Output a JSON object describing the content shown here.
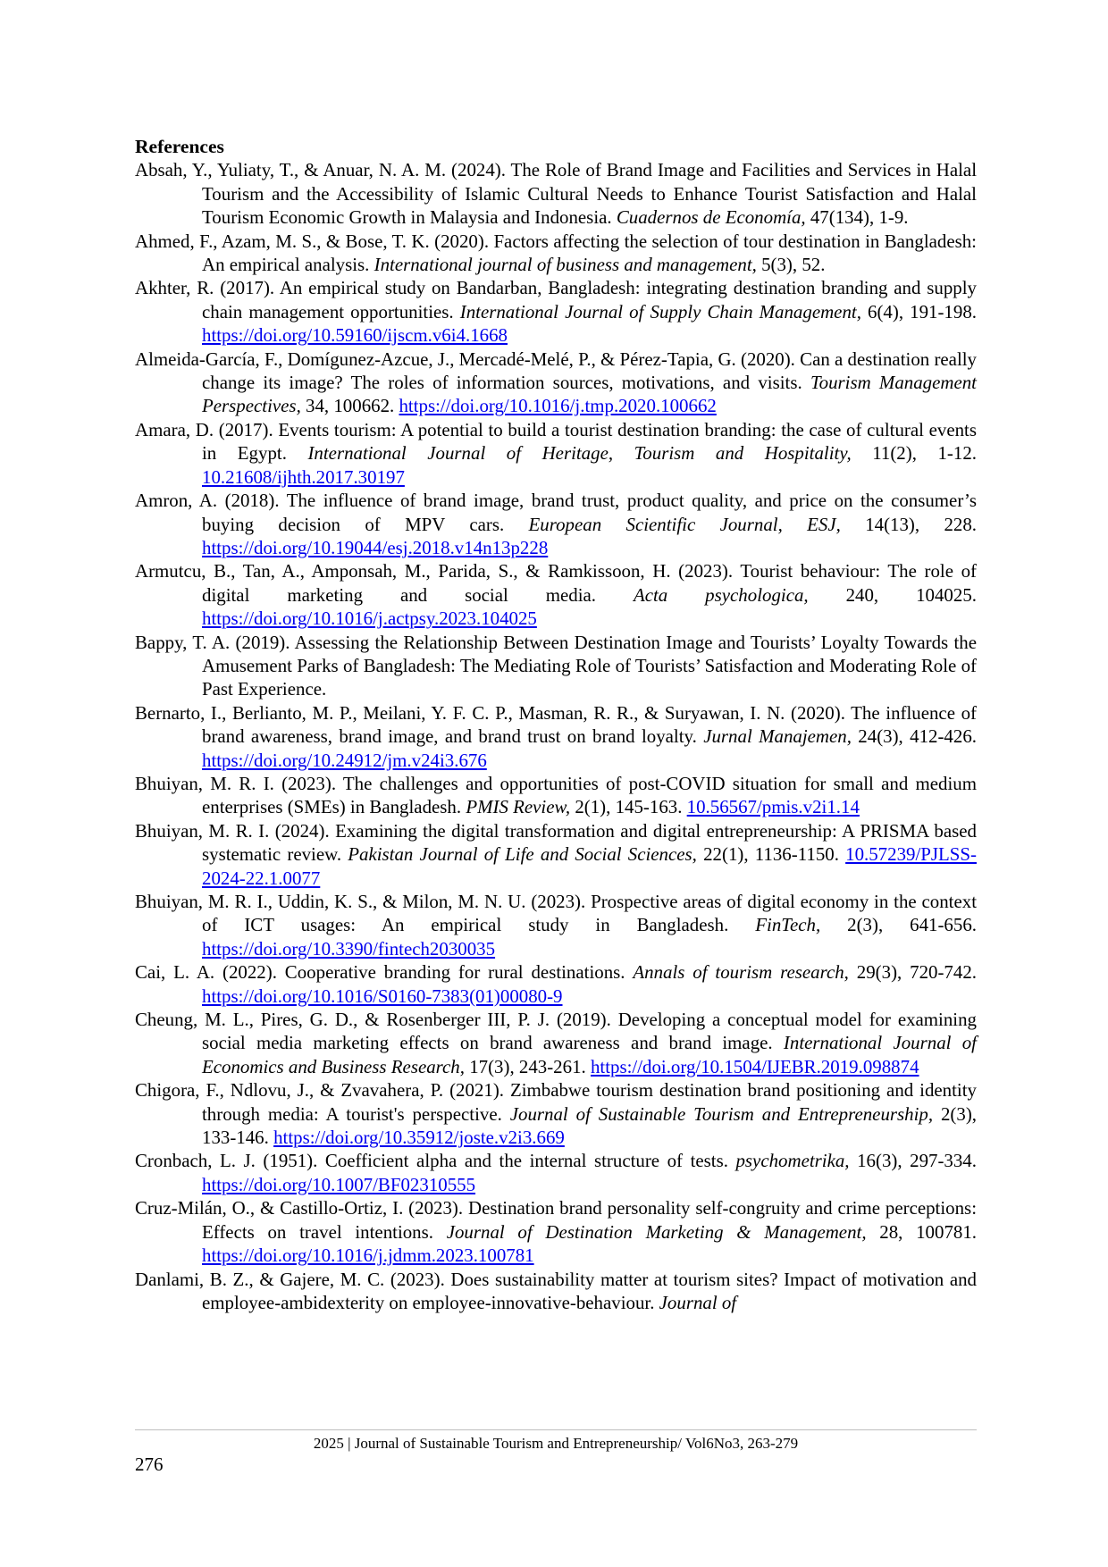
{
  "section_title": "References",
  "references": [
    {
      "pre": "Absah, Y., Yuliaty, T., & Anuar, N. A. M. (2024). The Role of Brand Image and Facilities and Services in Halal Tourism and the Accessibility of Islamic Cultural Needs to Enhance Tourist Satisfaction and Halal Tourism Economic Growth in Malaysia and Indonesia. ",
      "title": "Cuadernos de Economía,",
      "post": " 47(134), 1-9.",
      "doi": ""
    },
    {
      "pre": "Ahmed, F., Azam, M. S., & Bose, T. K. (2020). Factors affecting the selection of tour destination in Bangladesh: An empirical analysis. ",
      "title": "International journal of business and management,",
      "post": " 5(3), 52.",
      "doi": ""
    },
    {
      "pre": "Akhter, R. (2017). An empirical study on Bandarban, Bangladesh: integrating destination branding and supply chain management opportunities. ",
      "title": "International Journal of Supply Chain Management,",
      "post": " 6(4), 191-198. ",
      "doi": "https://doi.org/10.59160/ijscm.v6i4.1668"
    },
    {
      "pre": "Almeida-García, F., Domígunez-Azcue, J., Mercadé-Melé, P., & Pérez-Tapia, G. (2020). Can a destination really change its image? The roles of information sources, motivations, and visits. ",
      "title": "Tourism Management Perspectives,",
      "post": " 34, 100662. ",
      "doi": "https://doi.org/10.1016/j.tmp.2020.100662"
    },
    {
      "pre": "Amara, D. (2017). Events tourism: A potential to build a tourist destination branding: the case of cultural events in Egypt. ",
      "title": "International Journal of Heritage, Tourism and Hospitality,",
      "post": " 11(2), 1-12. ",
      "doi": "10.21608/ijhth.2017.30197"
    },
    {
      "pre": "Amron, A. (2018). The influence of brand image, brand trust, product quality, and price on the consumer’s buying decision of MPV cars. ",
      "title": "European Scientific Journal, ESJ,",
      "post": " 14(13), 228. ",
      "doi": "https://doi.org/10.19044/esj.2018.v14n13p228"
    },
    {
      "pre": "Armutcu, B., Tan, A., Amponsah, M., Parida, S., & Ramkissoon, H. (2023). Tourist behaviour: The role of digital marketing and social media. ",
      "title": "Acta psychologica,",
      "post": " 240, 104025. ",
      "doi": "https://doi.org/10.1016/j.actpsy.2023.104025"
    },
    {
      "pre": "Bappy, T. A. (2019). Assessing the Relationship Between Destination Image and Tourists’ Loyalty Towards the Amusement Parks of Bangladesh: The Mediating Role of Tourists’ Satisfaction and Moderating Role of Past Experience.",
      "title": "",
      "post": "",
      "doi": ""
    },
    {
      "pre": "Bernarto, I., Berlianto, M. P., Meilani, Y. F. C. P., Masman, R. R., & Suryawan, I. N. (2020). The influence of brand awareness, brand image, and brand trust on brand loyalty. ",
      "title": "Jurnal Manajemen,",
      "post": " 24(3), 412-426. ",
      "doi": "https://doi.org/10.24912/jm.v24i3.676"
    },
    {
      "pre": "Bhuiyan, M. R. I. (2023). The challenges and opportunities of post-COVID situation for small and medium enterprises (SMEs) in Bangladesh. ",
      "title": "PMIS Review,",
      "post": " 2(1), 145-163. ",
      "doi": "10.56567/pmis.v2i1.14"
    },
    {
      "pre": "Bhuiyan, M. R. I. (2024). Examining the digital transformation and digital entrepreneurship: A PRISMA based systematic review. ",
      "title": "Pakistan Journal of Life and Social Sciences,",
      "post": " 22(1), 1136-1150. ",
      "doi": "10.57239/PJLSS-2024-22.1.0077"
    },
    {
      "pre": "Bhuiyan, M. R. I., Uddin, K. S., & Milon, M. N. U. (2023). Prospective areas of digital economy in the context of ICT usages: An empirical study in Bangladesh. ",
      "title": "FinTech,",
      "post": " 2(3), 641-656. ",
      "doi": "https://doi.org/10.3390/fintech2030035"
    },
    {
      "pre": "Cai, L. A. (2022). Cooperative branding for rural destinations. ",
      "title": "Annals of tourism research,",
      "post": " 29(3), 720-742. ",
      "doi": "https://doi.org/10.1016/S0160-7383(01)00080-9"
    },
    {
      "pre": "Cheung, M. L., Pires, G. D., & Rosenberger III, P. J. (2019). Developing a conceptual model for examining social media marketing effects on brand awareness and brand image. ",
      "title": "International Journal of Economics and Business Research,",
      "post": " 17(3), 243-261. ",
      "doi": "https://doi.org/10.1504/IJEBR.2019.098874"
    },
    {
      "pre": "Chigora, F., Ndlovu, J., & Zvavahera, P. (2021). Zimbabwe tourism destination brand positioning and identity through media: A tourist's perspective. ",
      "title": "Journal of Sustainable Tourism and Entrepreneurship,",
      "post": " 2(3), 133-146. ",
      "doi": "https://doi.org/10.35912/joste.v2i3.669"
    },
    {
      "pre": "Cronbach, L. J. (1951). Coefficient alpha and the internal structure of tests. ",
      "title": "psychometrika,",
      "post": " 16(3), 297-334. ",
      "doi": "https://doi.org/10.1007/BF02310555"
    },
    {
      "pre": "Cruz-Milán, O., & Castillo-Ortiz, I. (2023). Destination brand personality self-congruity and crime perceptions: Effects on travel intentions. ",
      "title": "Journal of Destination Marketing & Management,",
      "post": " 28, 100781. ",
      "doi": "https://doi.org/10.1016/j.jdmm.2023.100781"
    },
    {
      "pre": "Danlami, B. Z., & Gajere, M. C. (2023). Does sustainability matter at tourism sites? Impact of motivation and employee-ambidexterity on employee-innovative-behaviour. ",
      "title": "Journal of",
      "post": "",
      "doi": ""
    }
  ],
  "footer": {
    "text": "2025 | Journal of Sustainable Tourism and Entrepreneurship/ Vol6No3, 263-279",
    "page_number": "276"
  }
}
